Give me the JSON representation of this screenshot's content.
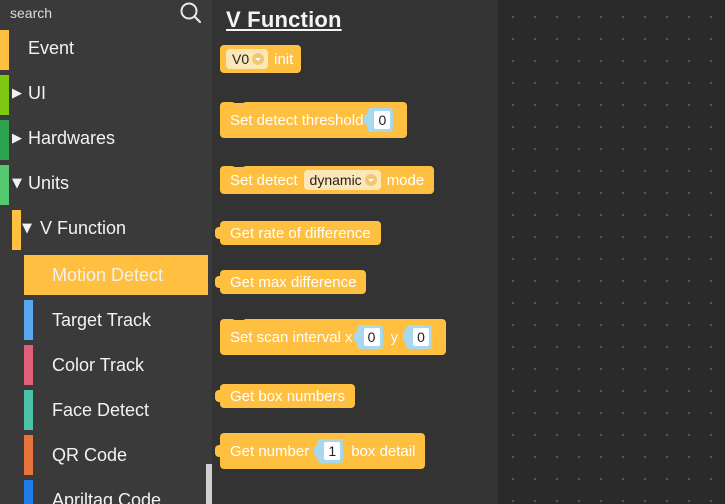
{
  "search": {
    "placeholder": "search",
    "icon": "search-icon"
  },
  "categories": [
    {
      "label": "Event",
      "color": "#ffbf40",
      "arrow": ""
    },
    {
      "label": "UI",
      "color": "#7cc813",
      "arrow": "▶"
    },
    {
      "label": "Hardwares",
      "color": "#2ea44f",
      "arrow": "▶"
    },
    {
      "label": "Units",
      "color": "#55c76e",
      "arrow": "▼"
    }
  ],
  "subcategory": {
    "label": "V Function",
    "color": "#ffbf40",
    "arrow": "▼"
  },
  "items": [
    {
      "label": "Motion Detect",
      "color": "#ffbf40",
      "selected": true
    },
    {
      "label": "Target Track",
      "color": "#5aa9f0"
    },
    {
      "label": "Color Track",
      "color": "#e0607a"
    },
    {
      "label": "Face Detect",
      "color": "#4cc2a8"
    },
    {
      "label": "QR Code",
      "color": "#e8743b"
    },
    {
      "label": "Apriltag Code",
      "color": "#1e7be8"
    }
  ],
  "flyout": {
    "title": "V Function",
    "blocks": {
      "init": {
        "dropdown": "V0",
        "text": "init"
      },
      "threshold": {
        "text": "Set detect threshold",
        "value": "0"
      },
      "mode": {
        "prefix": "Set detect",
        "dropdown": "dynamic",
        "suffix": "mode"
      },
      "rate": {
        "text": "Get rate of difference"
      },
      "maxdiff": {
        "text": "Get max difference"
      },
      "scan": {
        "prefix": "Set scan interval x",
        "x": "0",
        "mid": "y",
        "y": "0"
      },
      "boxnum": {
        "text": "Get box numbers"
      },
      "boxdetail": {
        "prefix": "Get number",
        "value": "1",
        "suffix": "box detail"
      }
    }
  },
  "colors": {
    "block": "#ffbf40",
    "number_slot": "#a8d8f0",
    "panel": "#333333",
    "sidebar": "#3a3a3a",
    "workspace": "#2a2a2a"
  }
}
